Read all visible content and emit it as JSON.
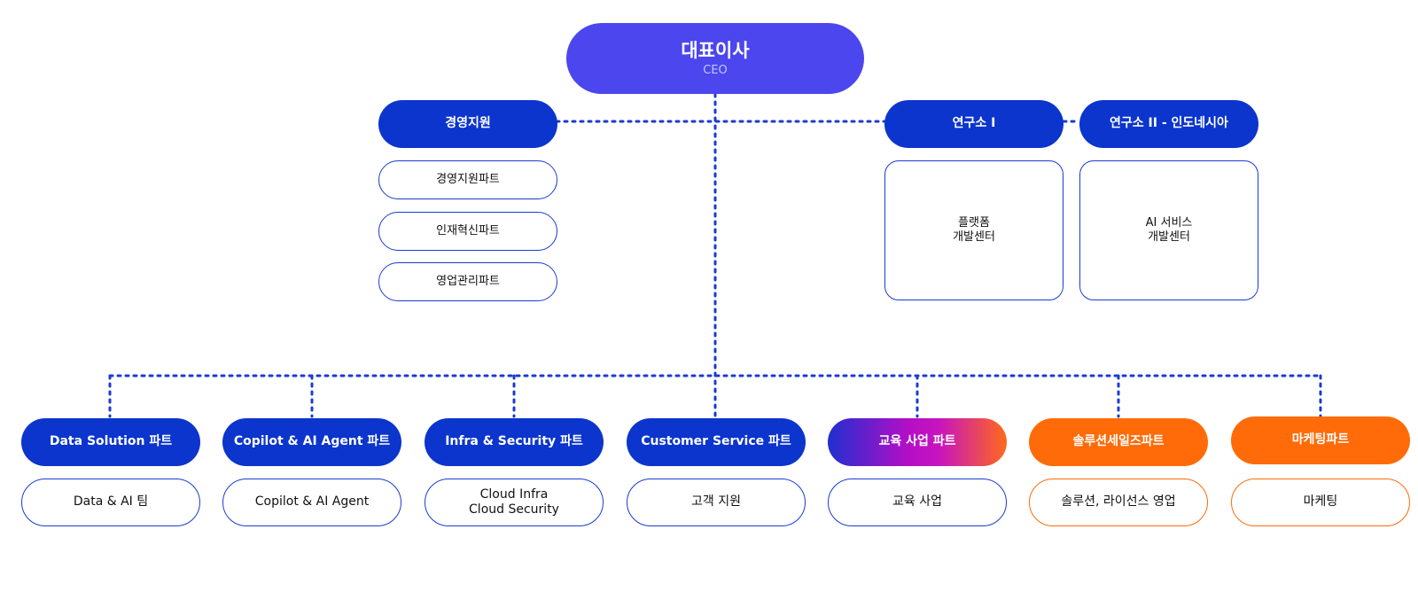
{
  "ceo": {
    "title": "대표이사",
    "subtitle": "CEO"
  },
  "management": {
    "head": "경영지원",
    "parts": [
      "경영지원파트",
      "인재혁신파트",
      "영업관리파트"
    ]
  },
  "labs": [
    {
      "head": "연구소 I",
      "center": "플랫폼\n개발센터"
    },
    {
      "head": "연구소 II - 인도네시아",
      "center": "AI 서비스\n개발센터"
    }
  ],
  "divisions": [
    {
      "head": "Data Solution 파트",
      "sub": "Data & AI 팀",
      "style": "blue"
    },
    {
      "head": "Copilot & AI Agent 파트",
      "sub": "Copilot & AI Agent",
      "style": "blue"
    },
    {
      "head": "Infra  & Security 파트",
      "sub": "Cloud Infra\nCloud Security",
      "style": "blue"
    },
    {
      "head": "Customer Service 파트",
      "sub": "고객 지원",
      "style": "blue"
    },
    {
      "head": "교육 사업 파트",
      "sub": "교육 사업",
      "style": "gradient"
    },
    {
      "head": "솔루션세일즈파트",
      "sub": "솔루션, 라이선스 영업",
      "style": "orange"
    },
    {
      "head": "마케팅파트",
      "sub": "마케팅",
      "style": "orange"
    }
  ],
  "colors": {
    "primary_blue": "#0b35cc",
    "ceo_purple": "#4b46ee",
    "orange": "#ff6b08",
    "connector_dots": "#1a3bd0"
  }
}
